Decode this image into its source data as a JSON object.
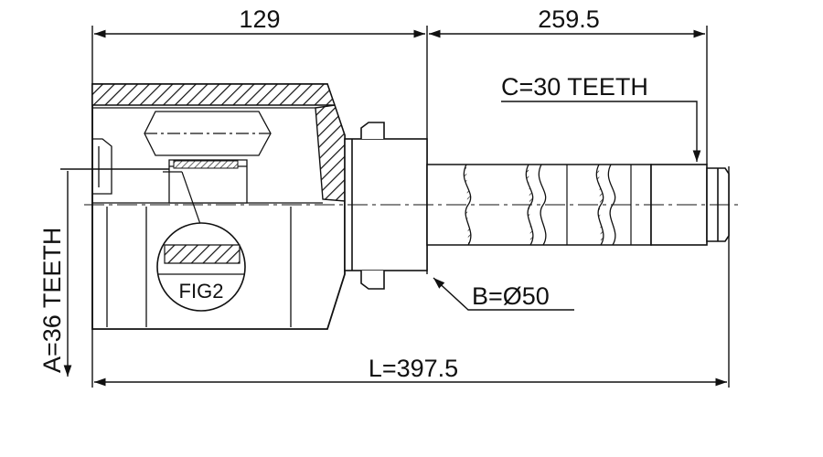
{
  "dimensions": {
    "top_left": "129",
    "top_right": "259.5",
    "spline_c": "C=30 TEETH",
    "diameter_b": "B=Ø50",
    "overall_length": "L=397.5",
    "spline_a": "A=36 TEETH"
  },
  "detail": {
    "label": "FIG2"
  },
  "colors": {
    "line": "#111111",
    "background": "#ffffff"
  }
}
